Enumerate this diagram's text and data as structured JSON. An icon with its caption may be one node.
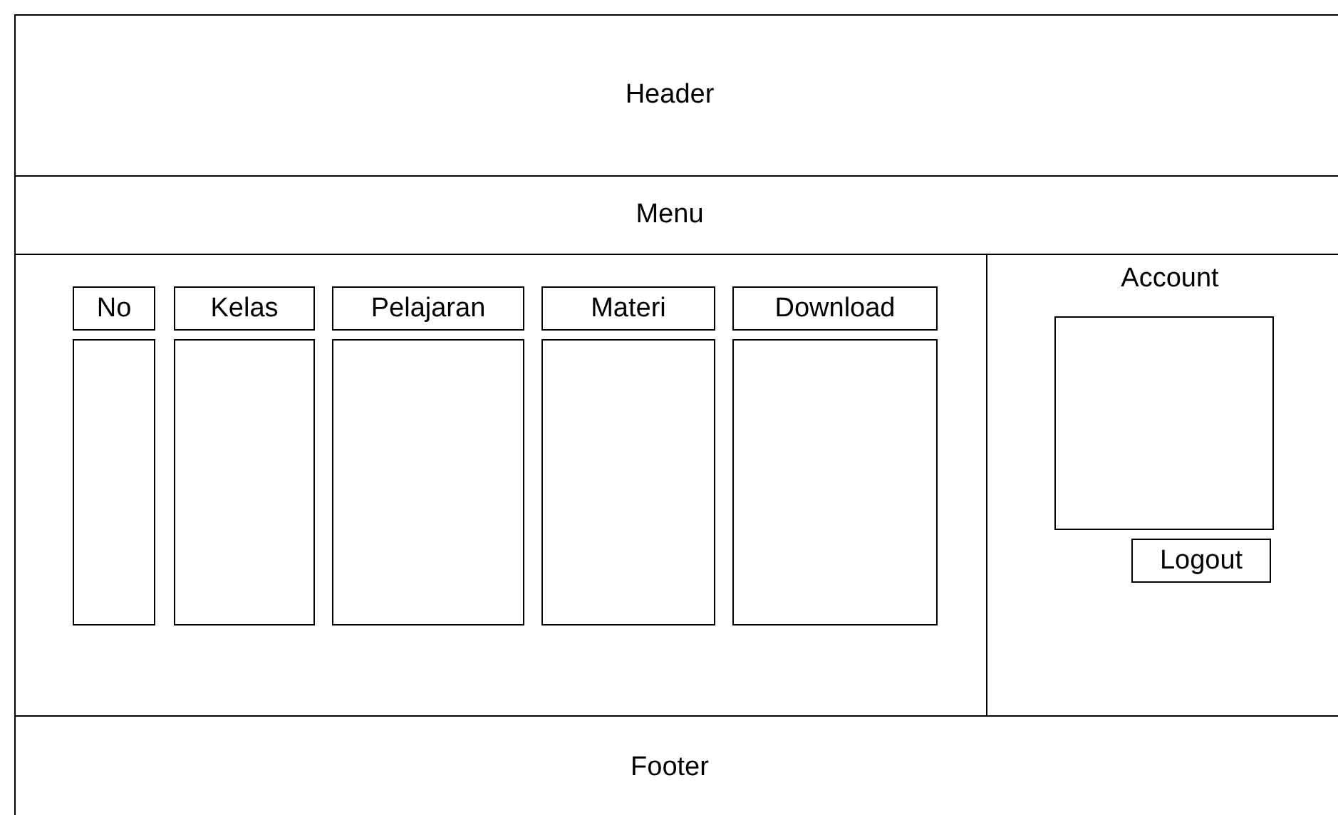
{
  "diagram": {
    "nodes": [
      {
        "text": [
          "Header"
        ]
      },
      {
        "text": [
          "Menu"
        ]
      },
      {
        "text": [],
        "shape": "box"
      },
      {
        "text": [
          "No"
        ],
        "in": 2
      },
      {
        "text": [
          "Kelas"
        ],
        "in": 2
      },
      {
        "text": [
          "Pelajaran"
        ],
        "in": 2
      },
      {
        "text": [
          "Materi"
        ],
        "in": 2
      },
      {
        "text": [
          "Download"
        ],
        "in": 2
      },
      {
        "text": [],
        "shape": "box",
        "in": 2
      },
      {
        "text": [],
        "shape": "box",
        "in": 2
      },
      {
        "text": [],
        "shape": "box",
        "in": 2
      },
      {
        "text": [],
        "shape": "box",
        "in": 2
      },
      {
        "text": [],
        "shape": "box",
        "in": 2
      },
      {
        "text": [
          "Account"
        ]
      },
      {
        "text": [],
        "shape": "box",
        "in": 13
      },
      {
        "text": [
          "Logout"
        ],
        "in": 13
      },
      {
        "text": [
          "Footer"
        ]
      }
    ],
    "edges": []
  }
}
